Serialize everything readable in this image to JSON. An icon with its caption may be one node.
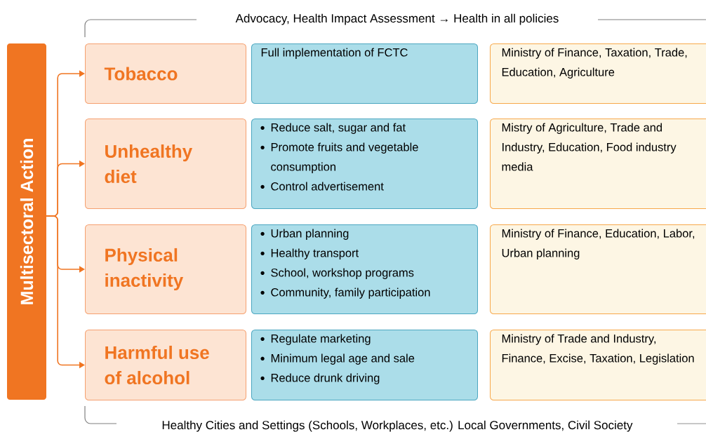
{
  "diagram": {
    "nodes": [
      {
        "text": [
          "Multisectoral Action"
        ]
      },
      {
        "text": [
          "Tobacco"
        ]
      },
      {
        "text": [
          "Full implementation of FCTC"
        ]
      },
      {
        "text": [
          "Ministry of Finance, Taxation, Trade, Education, Agriculture"
        ]
      },
      {
        "text": [
          "Unhealthy diet"
        ]
      },
      {
        "text": [
          "Reduce salt, sugar and fat",
          "Promote fruits and vegetable consumption",
          "Control advertisement"
        ]
      },
      {
        "text": [
          "Mistry of Agriculture, Trade and Industry, Education, Food industry media"
        ]
      },
      {
        "text": [
          "Physical inactivity"
        ]
      },
      {
        "text": [
          "Urban planning",
          "Healthy transport",
          "School, workshop programs",
          "Community, family participation"
        ]
      },
      {
        "text": [
          "Ministry of Finance, Education, Labor, Urban planning"
        ]
      },
      {
        "text": [
          "Harmful use of alcohol"
        ]
      },
      {
        "text": [
          "Regulate marketing",
          "Minimum legal age and sale",
          "Reduce drunk driving"
        ]
      },
      {
        "text": [
          "Ministry of Trade and Industry, Finance, Excise, Taxation, Legislation"
        ]
      }
    ],
    "edges": [
      {
        "from": 0,
        "to": 1,
        "arrow": "to"
      },
      {
        "from": 0,
        "to": 4,
        "arrow": "to"
      },
      {
        "from": 0,
        "to": 7,
        "arrow": "to"
      },
      {
        "from": 0,
        "to": 10,
        "arrow": "to"
      }
    ],
    "labels": [
      "Advocacy, Health Impact Assessment → Health in all policies",
      "Healthy Cities and Settings (Schools, Workplaces, etc.) Local Governments, Civil Society"
    ]
  }
}
